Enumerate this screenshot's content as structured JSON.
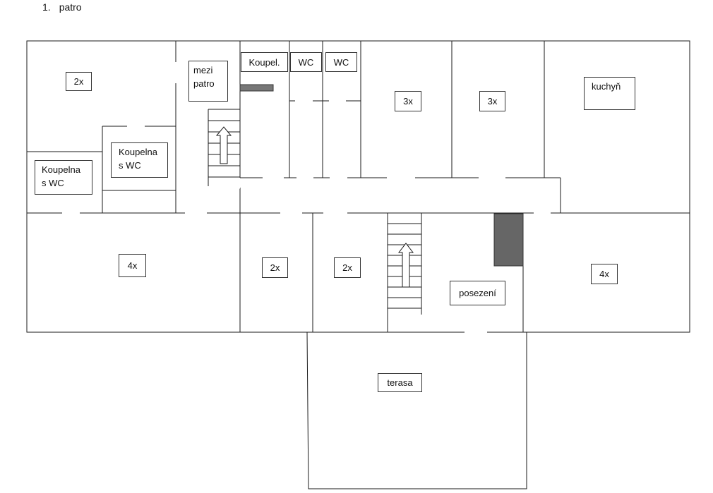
{
  "heading": {
    "number": "1.",
    "title": "patro"
  },
  "rooms": {
    "r2x_top": "2x",
    "mezi_patro_1": "mezi",
    "mezi_patro_2": "patro",
    "koupel": "Koupel.",
    "wc1": "WC",
    "wc2": "WC",
    "r3x_a": "3x",
    "r3x_b": "3x",
    "kuchyn": "kuchyň",
    "koupelna_a_1": "Koupelna",
    "koupelna_a_2": "s WC",
    "koupelna_b_1": "Koupelna",
    "koupelna_b_2": "s WC",
    "r4x_left": "4x",
    "r2x_a": "2x",
    "r2x_b": "2x",
    "posezeni": "posezení",
    "r4x_right": "4x",
    "terasa": "terasa"
  },
  "colors": {
    "wall": "#1a1a1a",
    "fixture": "#777777",
    "fixture_dark": "#666666"
  }
}
